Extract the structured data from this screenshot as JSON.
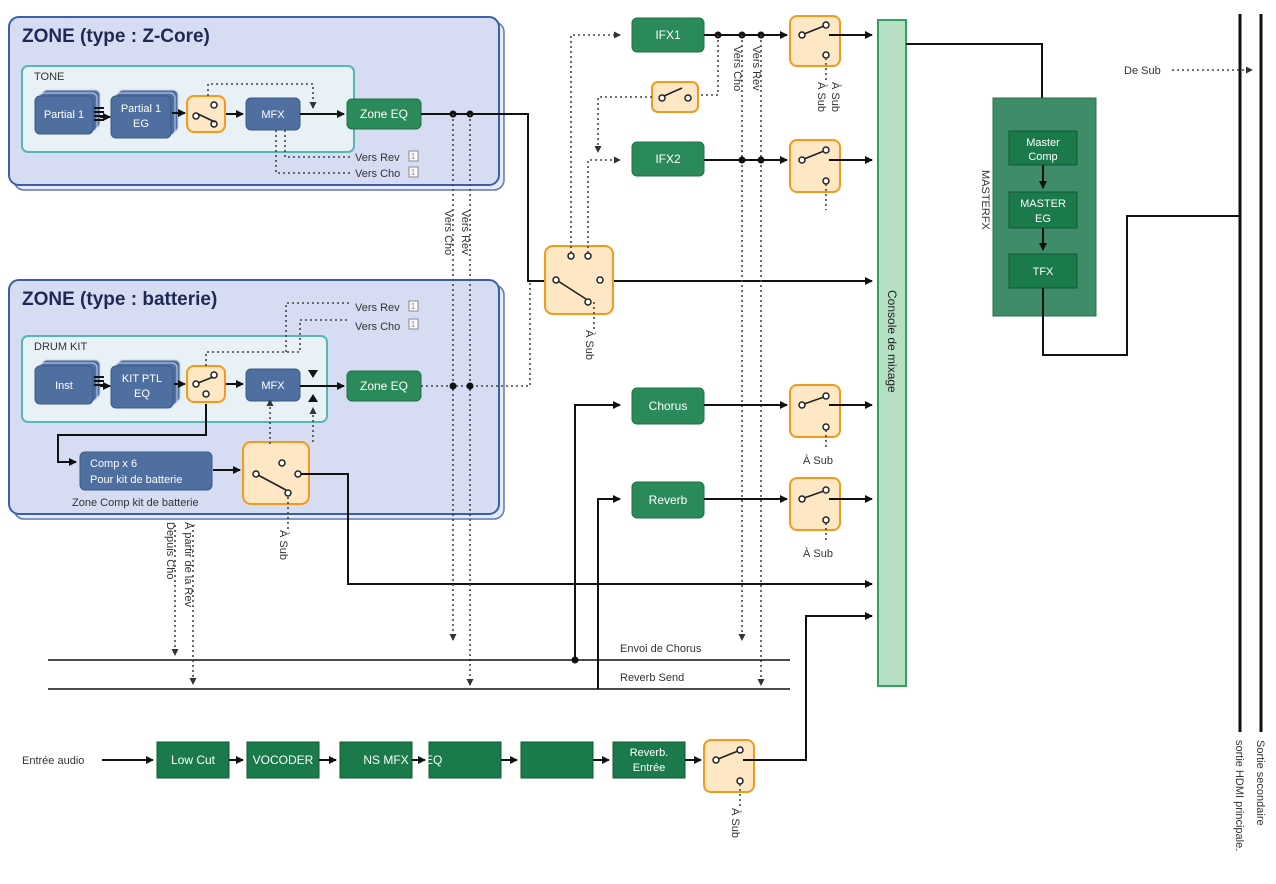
{
  "zone_zcore": {
    "title": "ZONE (type : Z-Core)",
    "tone_label": "TONE",
    "partial": "Partial 1",
    "partial_eg_1": "Partial 1",
    "partial_eg_2": "EG",
    "mfx": "MFX",
    "zone_eq": "Zone EQ",
    "vers_rev": "Vers Rev",
    "vers_cho": "Vers Cho"
  },
  "zone_drum": {
    "title": "ZONE (type : batterie)",
    "kit_label": "DRUM KIT",
    "inst": "Inst",
    "kit_ptl_1": "KIT PTL",
    "kit_ptl_2": "EQ",
    "mfx": "MFX",
    "zone_eq": "Zone EQ",
    "vers_rev": "Vers Rev",
    "vers_cho": "Vers Cho",
    "comp_1": "Comp x 6",
    "comp_2": "Pour kit de batterie",
    "comp_caption": "Zone Comp kit de batterie"
  },
  "effects": {
    "ifx1": "IFX1",
    "ifx2": "IFX2",
    "chorus": "Chorus",
    "reverb": "Reverb",
    "mixer": "Console de mixage"
  },
  "master": {
    "title": "MASTERFX",
    "comp_1": "Master",
    "comp_2": "Comp",
    "eg_1": "MASTER",
    "eg_2": "EG",
    "tfx": "TFX"
  },
  "labels": {
    "a_sub": "À Sub",
    "vers_cho": "Vers Cho",
    "vers_rev": "Vers Rev",
    "a_partir_rev": "À partir de la Rev",
    "depuis_cho": "Depuis Cho",
    "de_sub": "De Sub",
    "envoi_chorus": "Envoi de Chorus",
    "reverb_send": "Reverb Send",
    "main_out": "sortie HDMI principale.",
    "sub_out": "Sortie secondaire",
    "badge": "1"
  },
  "audio_input": {
    "label": "Entrée audio",
    "blocks": [
      "Low Cut",
      "VOCODER",
      "NS MFX",
      "",
      "",
      "Reverb."
    ],
    "eq_label": "EQ",
    "reverb_line2": "Entrée"
  }
}
